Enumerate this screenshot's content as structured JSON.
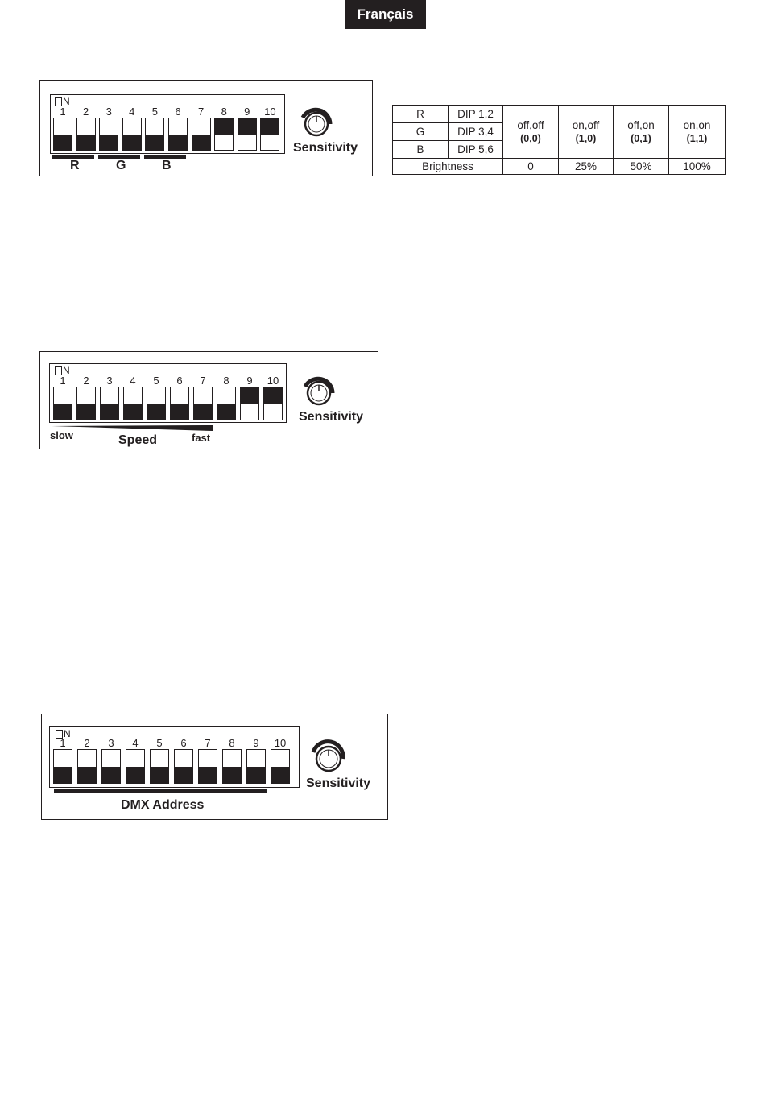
{
  "header": {
    "language": "Français"
  },
  "panel_rgb": {
    "switch_states": [
      "off",
      "off",
      "off",
      "off",
      "off",
      "off",
      "off",
      "on",
      "on",
      "on"
    ],
    "group_labels": [
      "R",
      "G",
      "B"
    ],
    "knob_label": "Sensitivity"
  },
  "panel_speed": {
    "switch_states": [
      "off",
      "off",
      "off",
      "off",
      "off",
      "off",
      "off",
      "off",
      "on",
      "on"
    ],
    "slow_label": "slow",
    "speed_label": "Speed",
    "fast_label": "fast",
    "knob_label": "Sensitivity"
  },
  "panel_dmx": {
    "switch_states": [
      "off",
      "off",
      "off",
      "off",
      "off",
      "off",
      "off",
      "off",
      "off",
      "off"
    ],
    "address_label": "DMX Address",
    "knob_label": "Sensitivity"
  },
  "dip_common": {
    "on_label": "N",
    "numbers": [
      "1",
      "2",
      "3",
      "4",
      "5",
      "6",
      "7",
      "8",
      "9",
      "10"
    ]
  },
  "brightness_table": {
    "rows": [
      {
        "channel": "R",
        "dips": "DIP 1,2"
      },
      {
        "channel": "G",
        "dips": "DIP 3,4"
      },
      {
        "channel": "B",
        "dips": "DIP 5,6"
      }
    ],
    "settings": [
      {
        "state": "off,off",
        "binary": "(0,0)",
        "brightness": "0"
      },
      {
        "state": "on,off",
        "binary": "(1,0)",
        "brightness": "25%"
      },
      {
        "state": "off,on",
        "binary": "(0,1)",
        "brightness": "50%"
      },
      {
        "state": "on,on",
        "binary": "(1,1)",
        "brightness": "100%"
      }
    ],
    "brightness_label": "Brightness"
  }
}
